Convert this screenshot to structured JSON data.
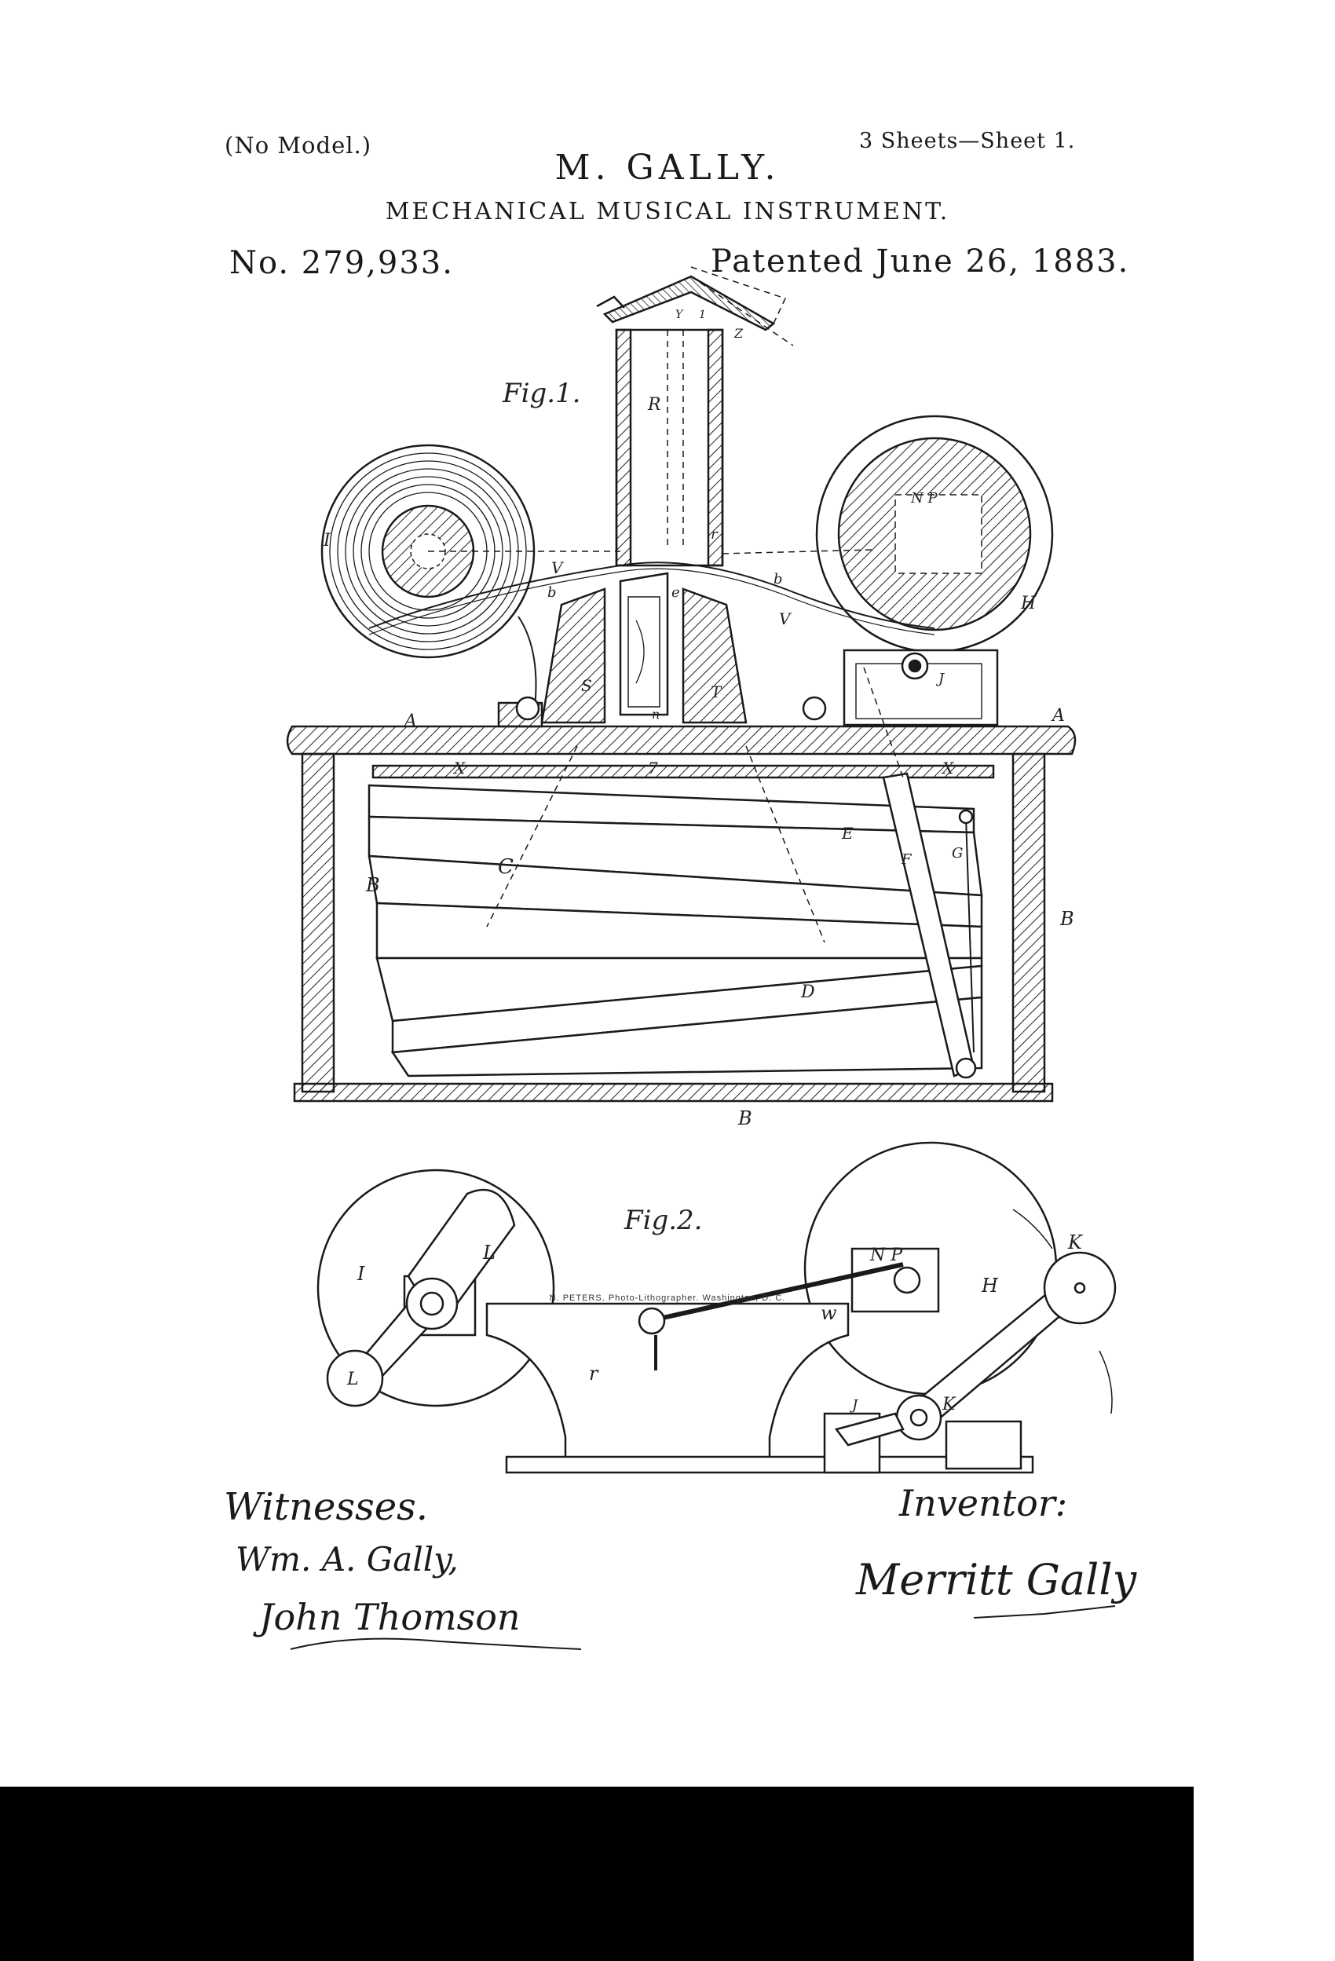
{
  "header": {
    "no_model": "(No Model.)",
    "sheets": "3 Sheets—Sheet 1.",
    "inventor": "M. GALLY.",
    "title": "MECHANICAL MUSICAL INSTRUMENT.",
    "patent_no": "No. 279,933.",
    "patented": "Patented June 26, 1883."
  },
  "figures": {
    "fig1_caption": "Fig.1.",
    "fig2_caption": "Fig.2.",
    "fig1_labels": {
      "R": "R",
      "I": "I",
      "H": "H",
      "V": "V",
      "V2": "V",
      "b1": "b",
      "b2": "b",
      "S": "S",
      "T": "T",
      "e": "e",
      "n": "n",
      "r": "r",
      "J": "J",
      "A1": "A",
      "A2": "A",
      "X1": "X",
      "X2": "X",
      "seven": "7",
      "E": "E",
      "F": "F",
      "G": "G",
      "C": "C",
      "D": "D",
      "B1": "B",
      "B2": "B",
      "B3": "B",
      "NP": "N P",
      "Y": "Y",
      "one": "1",
      "Z": "Z"
    },
    "fig2_labels": {
      "I": "I",
      "L1": "L",
      "L2": "L",
      "r": "r",
      "w": "w",
      "NP": "N P",
      "H": "H",
      "K1": "K",
      "K2": "K",
      "J": "J"
    }
  },
  "signatures": {
    "witnesses_heading": "Witnesses.",
    "witness_1": "Wm. A. Gally,",
    "witness_2": "John Thomson",
    "inventor_heading": "Inventor:",
    "inventor_signature": "Merritt Gally"
  },
  "footer": {
    "printer": "N. PETERS. Photo-Lithographer. Washington, D. C."
  }
}
